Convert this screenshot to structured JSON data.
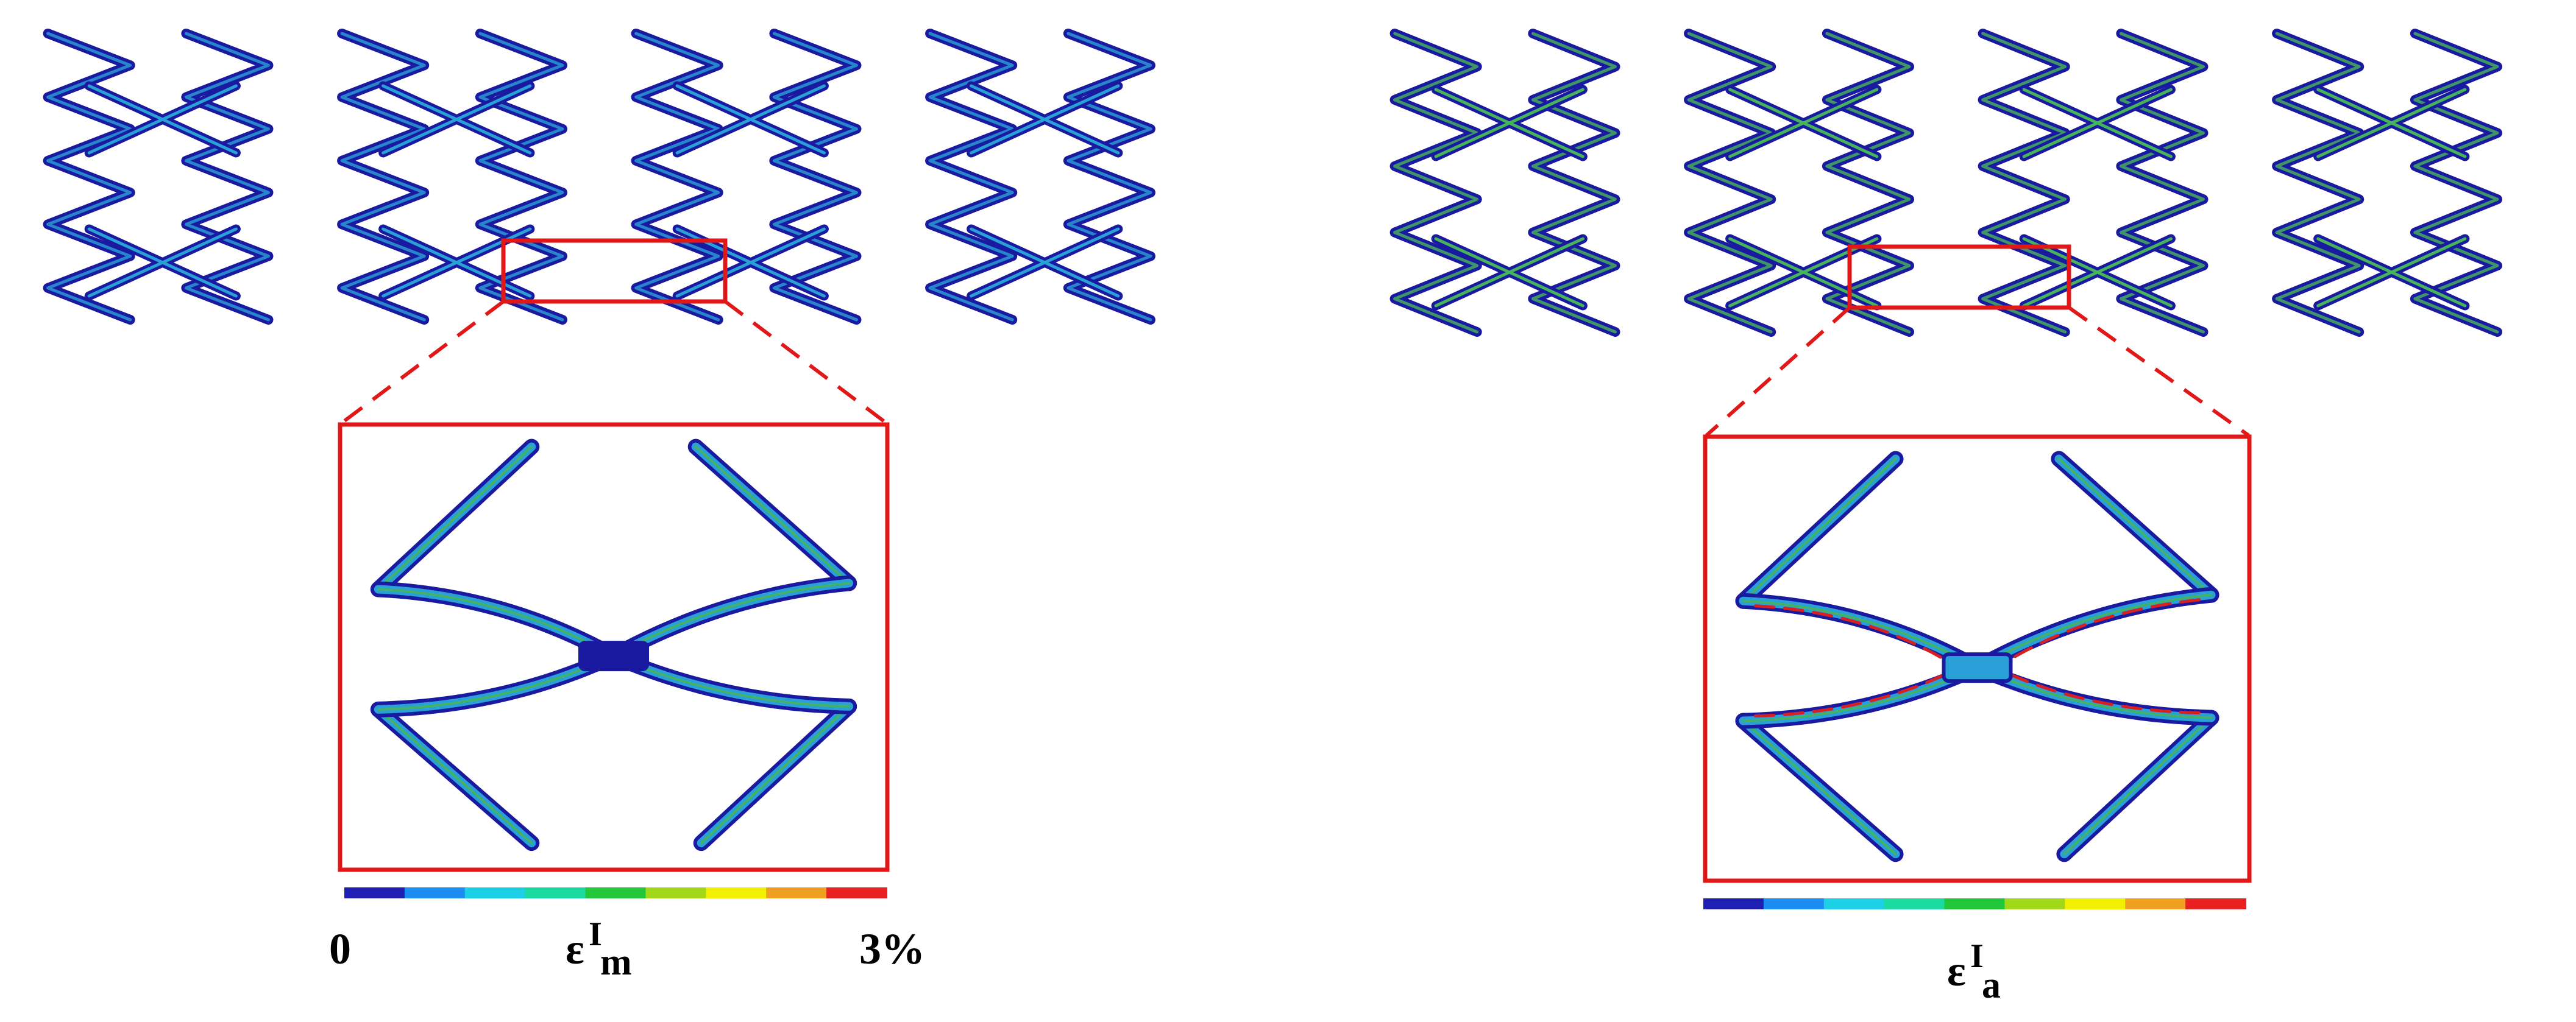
{
  "left_panel": {
    "colorbar": {
      "min_label": "0",
      "symbol": "ε",
      "superscript": "I",
      "subscript": "m",
      "max_label": "3%",
      "colors": [
        "#1f1fb4",
        "#1b8cf0",
        "#1cd0e6",
        "#1bdba0",
        "#22c83a",
        "#a2d81a",
        "#f0f000",
        "#f0a020",
        "#e82020"
      ]
    }
  },
  "right_panel": {
    "colorbar": {
      "symbol": "ε",
      "superscript": "I",
      "subscript": "a",
      "colors": [
        "#1f1fb4",
        "#1b8cf0",
        "#1cd0e6",
        "#1bdba0",
        "#22c83a",
        "#a2d81a",
        "#f0f000",
        "#f0a020",
        "#e82020"
      ]
    }
  },
  "colors": {
    "strut_dark": "#1a1aa0",
    "strut_light": "#2aa0d8",
    "strut_green": "#46b45a",
    "highlight_box": "#e01818",
    "hot_spot": "#d82020"
  }
}
